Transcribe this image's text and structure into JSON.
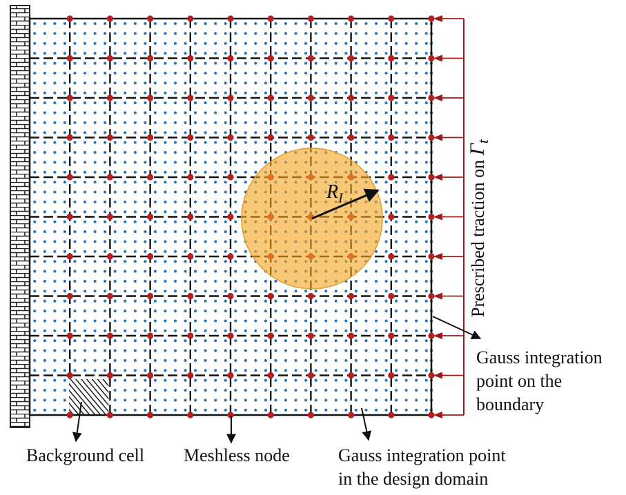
{
  "labels": {
    "background_cell": "Background cell",
    "meshless_node": "Meshless node",
    "gauss_domain_line1": "Gauss integration point",
    "gauss_domain_line2": "in the design domain",
    "gauss_boundary_line1": "Gauss integration",
    "gauss_boundary_line2": "point on the",
    "gauss_boundary_line3": "boundary",
    "traction_text": "Prescribed traction on ",
    "traction_symbol": "Γ",
    "traction_sub": "t",
    "radius_symbol": "R",
    "radius_sub": "I"
  },
  "grid": {
    "columns": 10,
    "rows": 10,
    "gauss_per_cell": 4
  },
  "colors": {
    "node": "#b42025",
    "gauss_domain": "#2a73b8",
    "gauss_boundary": "#3fa34d",
    "support": "#f5a623",
    "traction_arrow": "#9b1c1c",
    "wall": "#222222"
  }
}
